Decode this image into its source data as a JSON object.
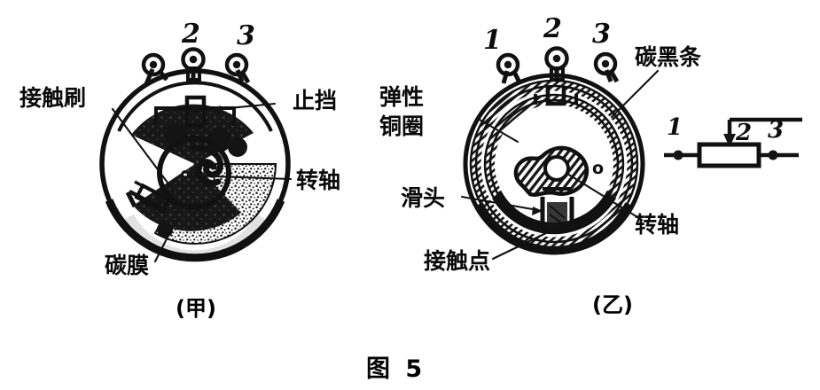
{
  "figure": {
    "caption": "图 5",
    "background_color": "#ffffff",
    "ink_color": "#111111",
    "panels": [
      {
        "id": "panel-jia",
        "caption": "(甲)",
        "description": "carbon-film potentiometer interior view",
        "terminal_numbers": [
          "2",
          "3"
        ],
        "labels": [
          {
            "key": "contact-brush",
            "text": "接触刷",
            "position": "left"
          },
          {
            "key": "stop-detent",
            "text": "止挡",
            "position": "right"
          },
          {
            "key": "spindle",
            "text": "转轴",
            "position": "right"
          },
          {
            "key": "carbon-film",
            "text": "碳膜",
            "position": "bottom-left"
          }
        ]
      },
      {
        "id": "panel-yi",
        "caption": "(乙)",
        "description": "wire-wound potentiometer interior view",
        "terminal_numbers": [
          "1",
          "2",
          "3"
        ],
        "labels": [
          {
            "key": "elastic-copper-ring",
            "text_line1": "弹性",
            "text_line2": "铜圈",
            "position": "left"
          },
          {
            "key": "carbon-black-strip",
            "text": "碳黑条",
            "position": "top-right"
          },
          {
            "key": "slider-head",
            "text": "滑头",
            "position": "bottom-left"
          },
          {
            "key": "contact-point",
            "text": "接触点",
            "position": "bottom"
          },
          {
            "key": "spindle",
            "text": "转轴",
            "position": "bottom-right"
          }
        ],
        "hub_marking": "o"
      },
      {
        "id": "panel-schematic",
        "description": "potentiometer circuit symbol",
        "terminal_numbers": [
          "1",
          "2",
          "3"
        ]
      }
    ]
  }
}
